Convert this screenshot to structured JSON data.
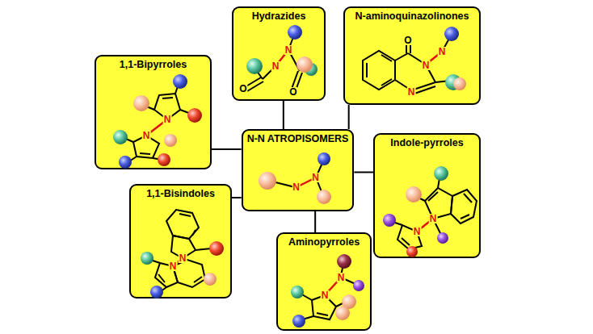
{
  "diagram": {
    "nodes": [
      {
        "text": [
          "Hydrazides"
        ]
      },
      {
        "text": [
          "N-aminoquinazolinones"
        ]
      },
      {
        "text": [
          "1,1-Bipyrroles"
        ]
      },
      {
        "text": [
          "N-N ATROPISOMERS"
        ]
      },
      {
        "text": [
          "Indole-pyrroles"
        ]
      },
      {
        "text": [
          "1,1-Bisindoles"
        ]
      },
      {
        "text": [
          "Aminopyrroles"
        ]
      }
    ],
    "edges": [
      {
        "from": 3,
        "to": 0,
        "arrow": "none"
      },
      {
        "from": 3,
        "to": 1,
        "arrow": "none"
      },
      {
        "from": 3,
        "to": 2,
        "arrow": "none"
      },
      {
        "from": 3,
        "to": 4,
        "arrow": "none"
      },
      {
        "from": 3,
        "to": 5,
        "arrow": "none"
      },
      {
        "from": 3,
        "to": 6,
        "arrow": "none"
      }
    ],
    "labels": [
      "N",
      "N",
      "O",
      "O",
      "O",
      "N",
      "N",
      "N",
      "N",
      "N",
      "N",
      "N",
      "N",
      "N",
      "N",
      "N",
      "N",
      "N"
    ]
  }
}
